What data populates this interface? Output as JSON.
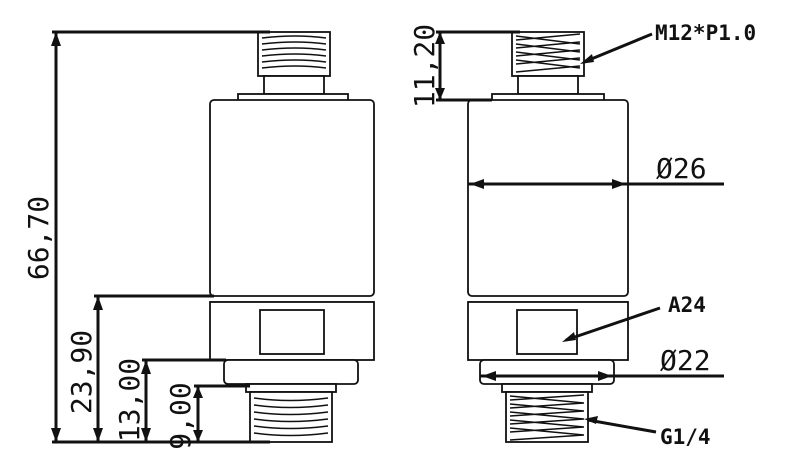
{
  "dimensions": {
    "total_height": "66,70",
    "lower_height": "23,90",
    "hex_to_thread": "13,00",
    "thread_length": "9,00",
    "top_thread_length": "11,20",
    "body_diameter": "Ø26",
    "base_diameter": "Ø22"
  },
  "labels": {
    "top_thread": "M12*P1.0",
    "hex": "A24",
    "bottom_thread": "G1/4"
  },
  "colors": {
    "line": "#111111",
    "background": "#ffffff"
  }
}
